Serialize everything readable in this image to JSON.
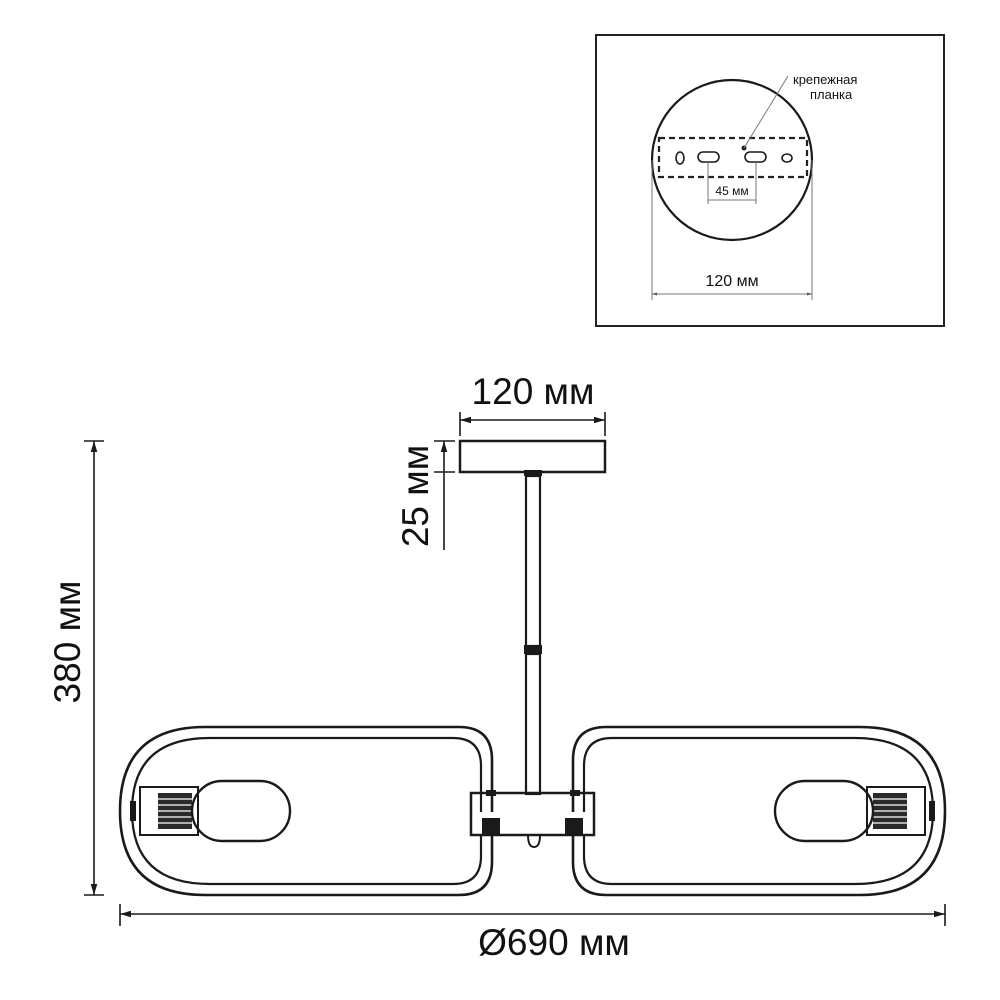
{
  "inset": {
    "mounting_bracket_label_line1": "крепежная",
    "mounting_bracket_label_line2": "планка",
    "hole_spacing": "45 мм",
    "canopy_diameter": "120 мм"
  },
  "main": {
    "canopy_width": "120 мм",
    "canopy_height": "25 мм",
    "total_height": "380 мм",
    "total_diameter": "Ø690 мм"
  }
}
